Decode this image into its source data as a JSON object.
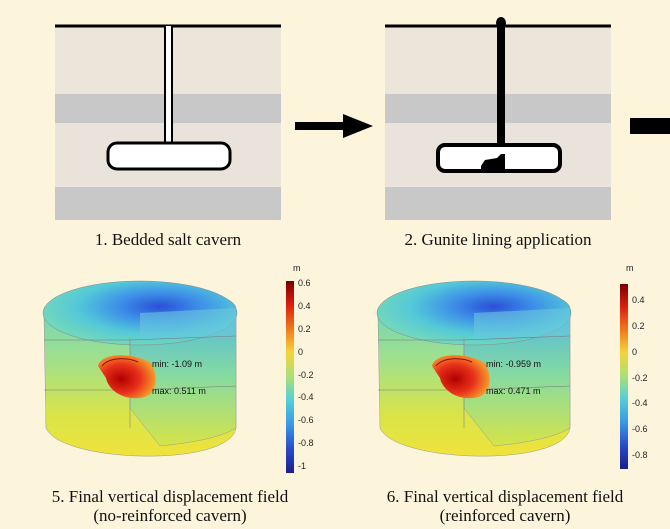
{
  "steps": [
    {
      "caption": "1. Bedded salt cavern"
    },
    {
      "caption": "2. Gunite lining application"
    }
  ],
  "results": [
    {
      "caption_line1": "5. Final vertical displacement field",
      "caption_line2": "(no-reinforced cavern)",
      "unit": "m",
      "min_label": "min: -1.09 m",
      "max_label": "max: 0.511 m",
      "colorbar_ticks": [
        "0.6",
        "0.4",
        "0.2",
        "0",
        "-0.2",
        "-0.4",
        "-0.6",
        "-0.8",
        "-1"
      ],
      "range": [
        -1.09,
        0.6
      ]
    },
    {
      "caption_line1": "6. Final vertical displacement field",
      "caption_line2": "(reinforced cavern)",
      "unit": "m",
      "min_label": "min: -0.959 m",
      "max_label": "max: 0.471 m",
      "colorbar_ticks": [
        "0.4",
        "0.2",
        "0",
        "-0.2",
        "-0.4",
        "-0.6",
        "-0.8"
      ],
      "range": [
        -0.959,
        0.471
      ]
    }
  ],
  "colors": {
    "background": "#fcf5dc",
    "layer_light": "#ece6da",
    "layer_dark": "#c8c8c8",
    "arrow": "#000000"
  }
}
